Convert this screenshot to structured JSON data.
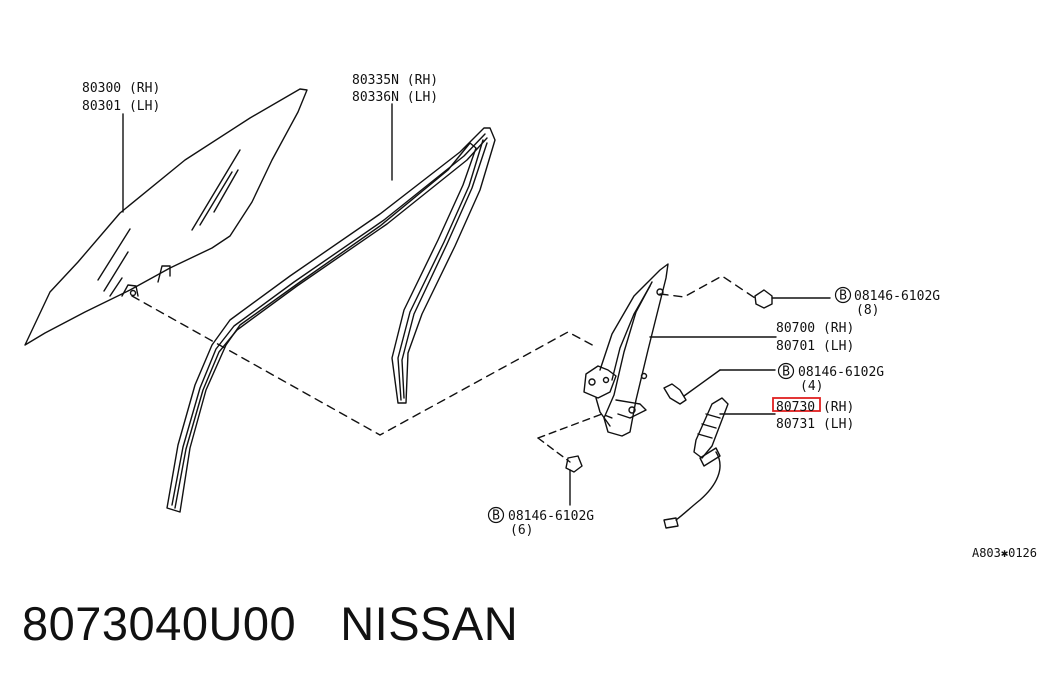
{
  "parts": {
    "glass": {
      "rh": "80300 (RH)",
      "lh": "80301 (LH)"
    },
    "run_channel": {
      "rh": "80335N (RH)",
      "lh": "80336N (LH)"
    },
    "bolt_top": {
      "part": "08146-6102G",
      "qty": "(8)"
    },
    "regulator": {
      "rh": "80700 (RH)",
      "lh": "80701 (LH)"
    },
    "bolt_mid": {
      "part": "08146-6102G",
      "qty": "(4)"
    },
    "motor": {
      "rh": "80730 (RH)",
      "lh": "80731 (LH)"
    },
    "bolt_low": {
      "part": "08146-6102G",
      "qty": "(6)"
    },
    "bolt_symbol": "B"
  },
  "diagram_ref": "A803✱0126",
  "highlight_color": "#e02020",
  "line_color": "#111111",
  "footer": {
    "part_number": "8073040U00",
    "brand": "NISSAN"
  }
}
